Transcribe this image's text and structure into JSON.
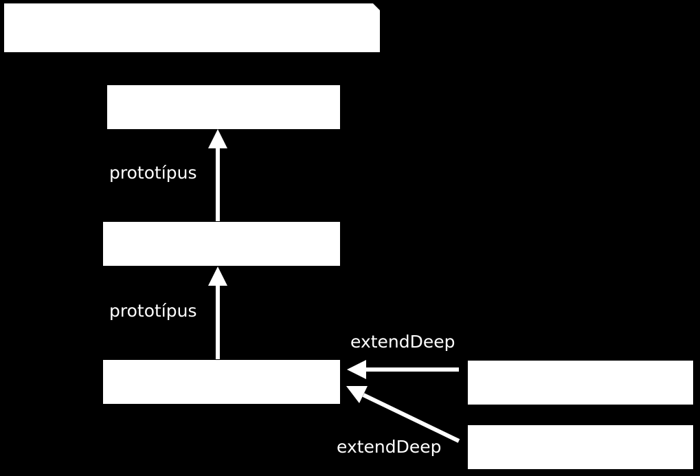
{
  "diagram": {
    "colors": {
      "background": "#000000",
      "box_fill": "#ffffff",
      "arrow": "#ffffff",
      "text": "#ffffff"
    },
    "nodes": [
      {
        "id": "title-banner",
        "text": ""
      },
      {
        "id": "top-object",
        "text": ""
      },
      {
        "id": "middle-object",
        "text": ""
      },
      {
        "id": "bottom-object",
        "text": ""
      },
      {
        "id": "right-upper-object",
        "text": ""
      },
      {
        "id": "right-lower-object",
        "text": ""
      }
    ],
    "edges": [
      {
        "from": "middle-object",
        "to": "top-object",
        "label": "prototípus"
      },
      {
        "from": "bottom-object",
        "to": "middle-object",
        "label": "prototípus"
      },
      {
        "from": "right-upper-object",
        "to": "bottom-object",
        "label": "extendDeep"
      },
      {
        "from": "right-lower-object",
        "to": "bottom-object",
        "label": "extendDeep"
      }
    ]
  }
}
